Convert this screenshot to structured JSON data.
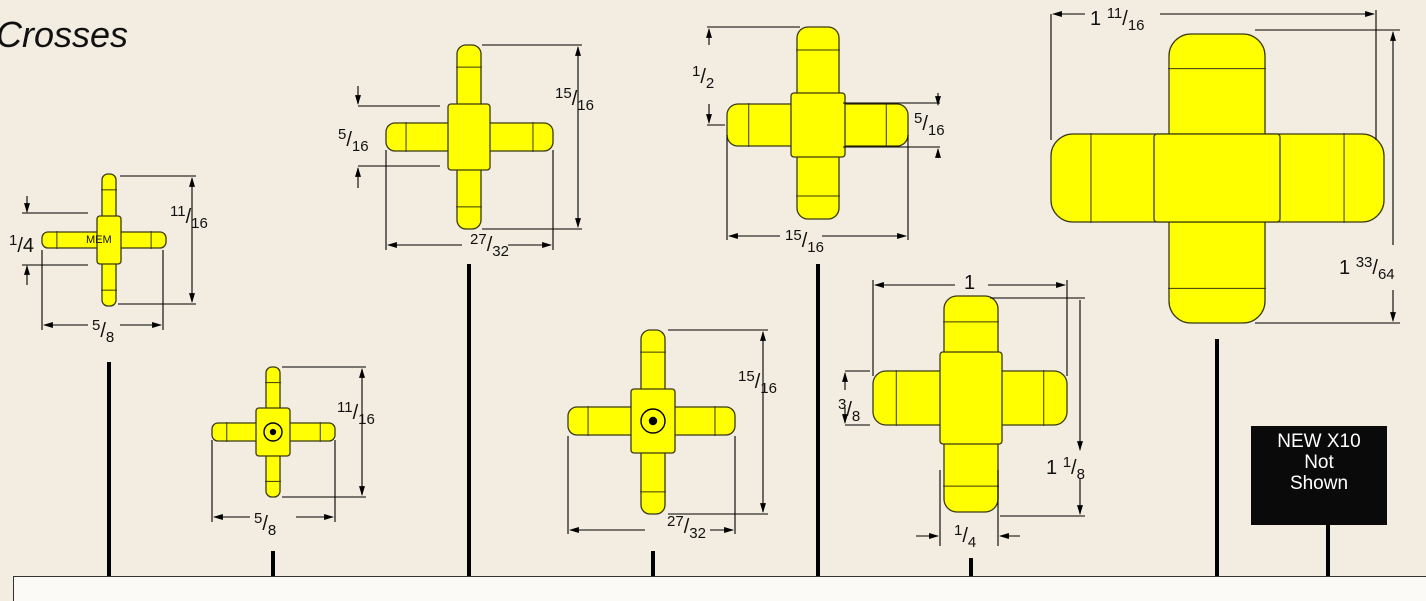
{
  "title": "Crosses",
  "badge": {
    "line1": "NEW   X10",
    "line2": "Not",
    "line3": "Shown"
  },
  "parts": [
    {
      "id": "p1",
      "marking": "MEM",
      "dims": [
        {
          "whole": "",
          "num": "1",
          "den": "4"
        },
        {
          "whole": "",
          "num": "11",
          "den": "16"
        },
        {
          "whole": "",
          "num": "5",
          "den": "8"
        }
      ]
    },
    {
      "id": "p2",
      "dims": [
        {
          "whole": "",
          "num": "11",
          "den": "16"
        },
        {
          "whole": "",
          "num": "5",
          "den": "8"
        }
      ]
    },
    {
      "id": "p3",
      "dims": [
        {
          "whole": "",
          "num": "5",
          "den": "16"
        },
        {
          "whole": "",
          "num": "15",
          "den": "16"
        },
        {
          "whole": "",
          "num": "27",
          "den": "32"
        }
      ]
    },
    {
      "id": "p4",
      "dims": [
        {
          "whole": "",
          "num": "15",
          "den": "16"
        },
        {
          "whole": "",
          "num": "27",
          "den": "32"
        }
      ]
    },
    {
      "id": "p5",
      "dims": [
        {
          "whole": "",
          "num": "1",
          "den": "2"
        },
        {
          "whole": "",
          "num": "5",
          "den": "16"
        },
        {
          "whole": "",
          "num": "15",
          "den": "16"
        }
      ]
    },
    {
      "id": "p6",
      "dims": [
        {
          "whole": "1",
          "num": "",
          "den": ""
        },
        {
          "whole": "",
          "num": "3",
          "den": "8"
        },
        {
          "whole": "1 ",
          "num": "1",
          "den": "8"
        },
        {
          "whole": "",
          "num": "1",
          "den": "4"
        }
      ]
    },
    {
      "id": "p7",
      "dims": [
        {
          "whole": "1 ",
          "num": "11",
          "den": "16"
        },
        {
          "whole": "1 ",
          "num": "33",
          "den": "64"
        }
      ]
    }
  ],
  "colors": {
    "part_fill": "#ffff00",
    "part_outline": "#3a3a10",
    "background": "#f2ede0",
    "line": "#000000"
  }
}
